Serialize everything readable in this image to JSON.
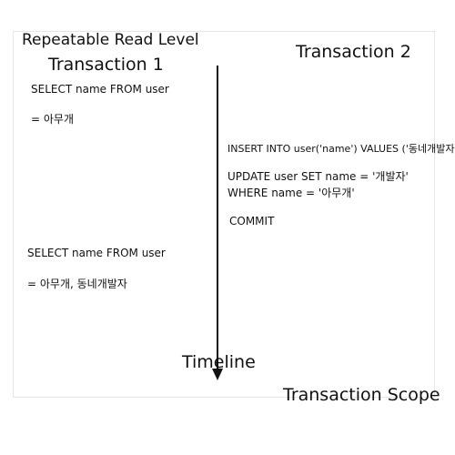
{
  "diagram": {
    "level_title": "Repeatable Read Level",
    "transaction1_title": "Transaction 1",
    "transaction2_title": "Transaction 2",
    "timeline_label": "Timeline",
    "scope_label": "Transaction Scope",
    "transaction1": {
      "query1": "SELECT name FROM user",
      "result1": "= 아무개",
      "query2": "SELECT name FROM user",
      "result2": "= 아무개, 동네개발자"
    },
    "transaction2": {
      "insert": "INSERT INTO user('name') VALUES ('동네개발자')",
      "update_line1": "UPDATE user SET name = '개발자'",
      "update_line2": "WHERE name = '아무개'",
      "commit": "COMMIT"
    }
  }
}
